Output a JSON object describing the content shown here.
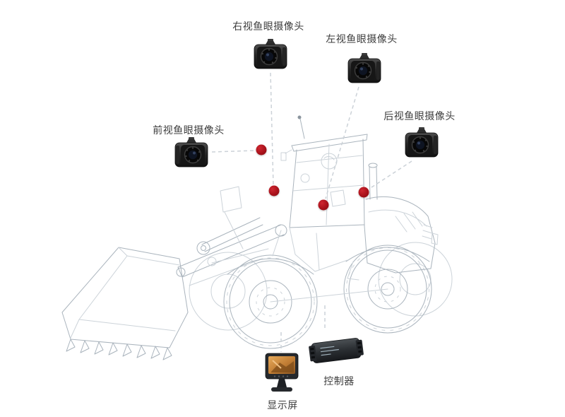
{
  "cameras": {
    "right": {
      "label": "右视鱼眼摄像头"
    },
    "left": {
      "label": "左视鱼眼摄像头"
    },
    "front": {
      "label": "前视鱼眼摄像头"
    },
    "rear": {
      "label": "后视鱼眼摄像头"
    }
  },
  "devices": {
    "controller": {
      "label": "控制器"
    },
    "display": {
      "label": "显示屏"
    }
  },
  "colors": {
    "marker_red": "#a8121b",
    "dashed_line": "#ccd2d8",
    "wireframe_gray": "#aab4bd",
    "label_text": "#3d3d3d",
    "background": "#ffffff"
  }
}
